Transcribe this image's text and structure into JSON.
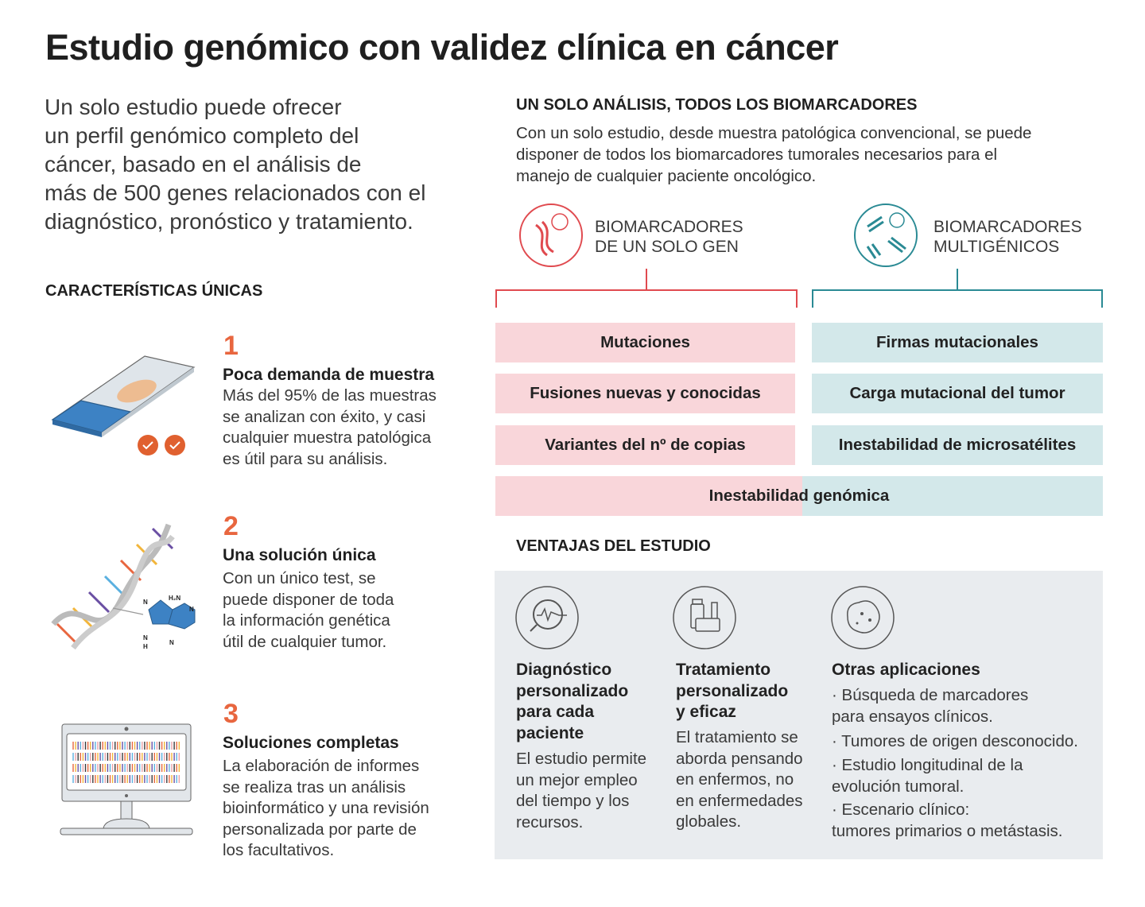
{
  "title": "Estudio genómico con validez clínica en cáncer",
  "intro": [
    "Un solo estudio puede ofrecer",
    "un perfil genómico completo del",
    "cáncer, basado en el análisis de",
    "más de 500 genes relacionados con el",
    "diagnóstico, pronóstico y tratamiento."
  ],
  "features": {
    "heading": "CARACTERÍSTICAS ÚNICAS",
    "items": [
      {
        "number": "1",
        "title": "Poca demanda de muestra",
        "body": [
          "Más del 95% de las muestras",
          "se analizan con éxito, y casi",
          "cualquier muestra patológica",
          "es útil para su análisis."
        ],
        "icon": "slide-sample-icon"
      },
      {
        "number": "2",
        "title": "Una solución única",
        "body": [
          "Con un único test, se",
          "puede disponer de toda",
          "la información genética",
          "útil de cualquier tumor."
        ],
        "icon": "dna-helix-icon",
        "molecule_labels": [
          "N",
          "H₂N",
          "N",
          "N",
          "N",
          "H"
        ]
      },
      {
        "number": "3",
        "title": "Soluciones completas",
        "body": [
          "La elaboración de informes",
          "se realiza tras un análisis",
          "bioinformático y una revisión",
          "personalizada por parte de",
          "los facultativos."
        ],
        "icon": "monitor-icon"
      }
    ],
    "accent": "#e8663f"
  },
  "analysis": {
    "heading": "UN SOLO ANÁLISIS, TODOS LOS BIOMARCADORES",
    "body": [
      "Con un solo estudio, desde muestra patológica convencional, se puede",
      "disponer de todos los biomarcadores tumorales necesarios para el",
      "manejo de cualquier paciente oncológico."
    ],
    "single_gene": {
      "label": [
        "BIOMARCADORES",
        "DE UN SOLO GEN"
      ],
      "color": "#e04a4f",
      "fill": "#f9d6da",
      "items": [
        "Mutaciones",
        "Fusiones nuevas y conocidas",
        "Variantes del nº de copias"
      ]
    },
    "multi_gene": {
      "label": [
        "BIOMARCADORES",
        "MULTIGÉNICOS"
      ],
      "color": "#2a8a94",
      "fill": "#d3e8ea",
      "items": [
        "Firmas mutacionales",
        "Carga mutacional del tumor",
        "Inestabilidad de microsatélites"
      ]
    },
    "shared": "Inestabilidad genómica"
  },
  "advantages": {
    "heading": "VENTAJAS DEL ESTUDIO",
    "columns": [
      {
        "icon": "diagnostic-monitor-icon",
        "title": [
          "Diagnóstico",
          "personalizado",
          "para cada",
          "paciente"
        ],
        "body": [
          "El estudio permite",
          "un mejor empleo",
          "del tiempo y los",
          "recursos."
        ]
      },
      {
        "icon": "medication-icon",
        "title": [
          "Tratamiento",
          "personalizado",
          "y eficaz"
        ],
        "body": [
          "El tratamiento se",
          "aborda pensando",
          "en enfermos, no",
          "en enfermedades",
          "globales."
        ]
      },
      {
        "icon": "tumor-cell-icon",
        "title": [
          "Otras aplicaciones"
        ],
        "bullets": [
          [
            "· Búsqueda de marcadores",
            "para ensayos clínicos."
          ],
          [
            "· Tumores de origen desconocido."
          ],
          [
            "· Estudio longitudinal de la",
            "evolución tumoral."
          ],
          [
            "· Escenario clínico:",
            "tumores primarios o metástasis."
          ]
        ]
      }
    ]
  }
}
